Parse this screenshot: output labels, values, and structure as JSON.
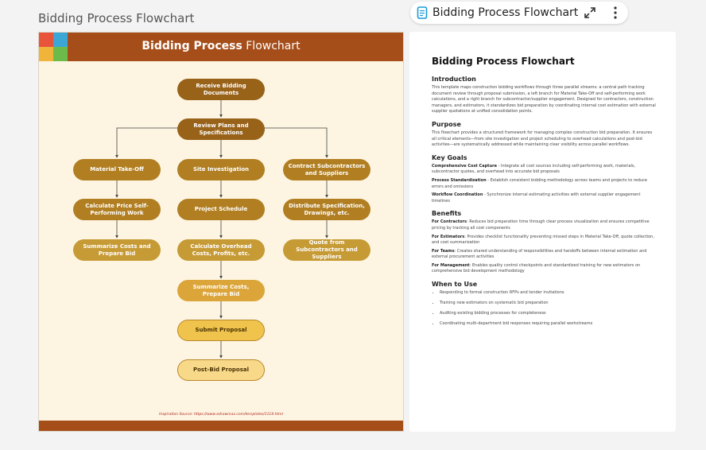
{
  "page": {
    "title": "Bidding Process Flowchart"
  },
  "toolbar": {
    "title": "Bidding Process Flowchart",
    "doc_icon": "document-icon",
    "expand_icon": "expand-icon",
    "more_icon": "more-vertical-icon"
  },
  "flowchart": {
    "title_bold": "Bidding Process",
    "title_rest": "Flowchart",
    "source": "Inspiration Source: https://www.edrawmax.com/templates/1114.html",
    "colors": {
      "header": "#a54e1a",
      "background": "#fdf5e2",
      "node_dark": "#986219",
      "node_mid": "#b17f22",
      "node_light": "#c69a34",
      "node_gold": "#dba53a",
      "node_yellow": "#f0c44c",
      "node_pale": "#f8d98a"
    },
    "nodes": {
      "receive": "Receive Bidding Documents",
      "review": "Review Plans and Specifications",
      "takeoff": "Material Take-Off",
      "site": "Site Investigation",
      "contract": "Contract Subcontractors and Suppliers",
      "calc_price": "Calculate Price Self-Performing Work",
      "schedule": "Project Schedule",
      "distribute": "Distribute Specification, Drawings, etc.",
      "summarize_left": "Summarize Costs and Prepare Bid",
      "overhead": "Calculate Overhead Costs, Profits, etc.",
      "quote": "Quote from Subcontractors and Suppliers",
      "summarize_mid": "Summarize Costs, Prepare Bid",
      "submit": "Submit Proposal",
      "post": "Post-Bid Proposal"
    }
  },
  "doc": {
    "title": "Bidding Process Flowchart",
    "intro_h": "Introduction",
    "intro_p": "This template maps construction bidding workflows through three parallel streams: a central path tracking document review through proposal submission, a left branch for Material Take-Off and self-performing work calculations, and a right branch for subcontractor/supplier engagement. Designed for contractors, construction managers, and estimators, it standardizes bid preparation by coordinating internal cost estimation with external supplier quotations at unified consolidation points.",
    "purpose_h": "Purpose",
    "purpose_p": "This flowchart provides a structured framework for managing complex construction bid preparation. It ensures all critical elements—from site investigation and project scheduling to overhead calculations and post-bid activities—are systematically addressed while maintaining clear visibility across parallel workflows.",
    "goals_h": "Key Goals",
    "goals": [
      {
        "label": "Comprehensive Cost Capture",
        "text": " - Integrate all cost sources including self-performing work, materials, subcontractor quotes, and overhead into accurate bid proposals"
      },
      {
        "label": "Process Standardization",
        "text": " - Establish consistent bidding methodology across teams and projects to reduce errors and omissions"
      },
      {
        "label": "Workflow Coordination",
        "text": " - Synchronize internal estimating activities with external supplier engagement timelines"
      }
    ],
    "benefits_h": "Benefits",
    "benefits": [
      {
        "label": "For Contractors",
        "text": ": Reduces bid preparation time through clear process visualization and ensures competitive pricing by tracking all cost components"
      },
      {
        "label": "For Estimators",
        "text": ": Provides checklist functionality preventing missed steps in Material Take-Off, quote collection, and cost summarization"
      },
      {
        "label": "For Teams",
        "text": ": Creates shared understanding of responsibilities and handoffs between internal estimation and external procurement activities"
      },
      {
        "label": "For Management",
        "text": ": Enables quality control checkpoints and standardized training for new estimators on comprehensive bid development methodology"
      }
    ],
    "when_h": "When to Use",
    "when": [
      "Responding to formal construction RFPs and tender invitations",
      "Training new estimators on systematic bid preparation",
      "Auditing existing bidding processes for completeness",
      "Coordinating multi-department bid responses requiring parallel workstreams"
    ]
  }
}
